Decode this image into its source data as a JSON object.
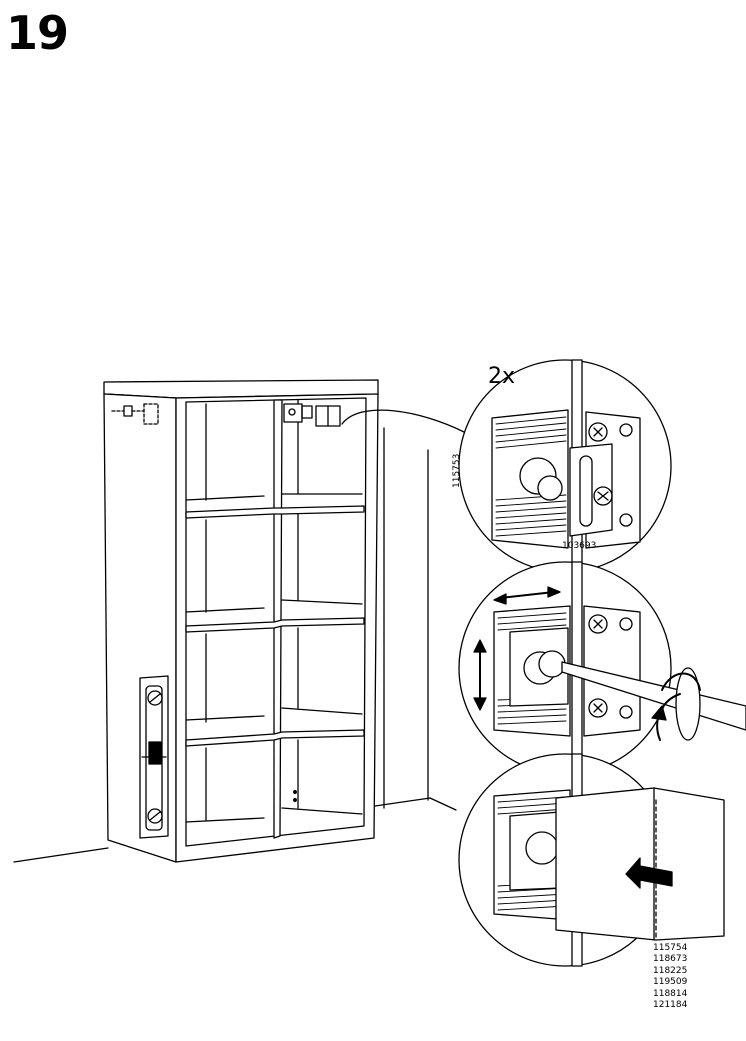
{
  "step": {
    "number": "19"
  },
  "detail_top": {
    "quantity": "2x",
    "part_a": "115753",
    "part_b": "103693"
  },
  "detail_bottom": {
    "parts": [
      "115754",
      "118673",
      "118225",
      "119509",
      "118814",
      "121184"
    ]
  },
  "colors": {
    "line": "#000000",
    "background": "#ffffff",
    "shade": "#e6e6e6"
  }
}
